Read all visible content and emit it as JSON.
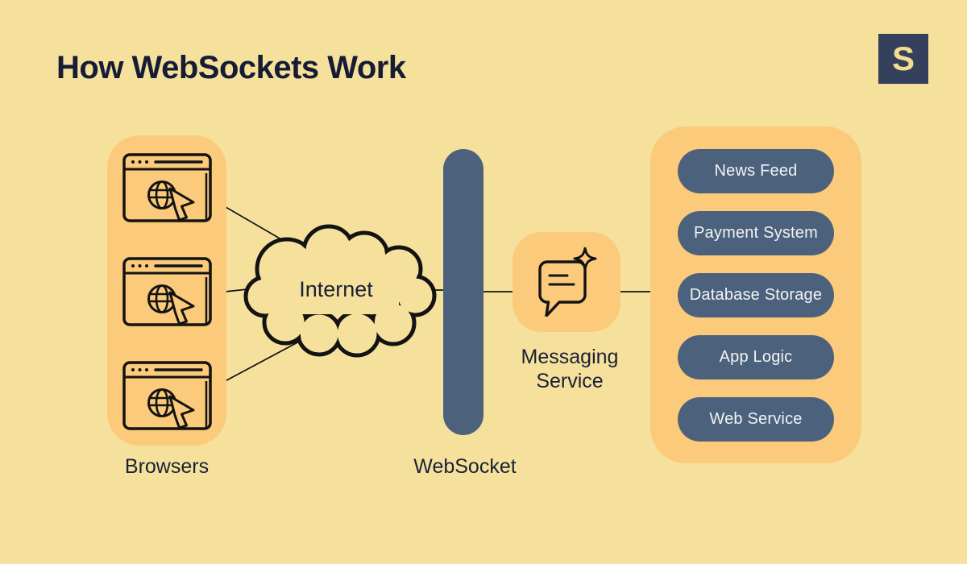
{
  "title": "How WebSockets Work",
  "logo": {
    "letter": "S"
  },
  "labels": {
    "browsers": "Browsers",
    "internet": "Internet",
    "websocket": "WebSocket",
    "messaging_service": "Messaging Service"
  },
  "panels": {
    "browsers": {
      "icon": "browser-window-icon",
      "count": 3
    },
    "services": {
      "items": [
        "News Feed",
        "Payment System",
        "Database Storage",
        "App Logic",
        "Web Service"
      ]
    }
  },
  "icons": {
    "messaging": "chat-bubble-sparkle-icon",
    "cloud": "internet-cloud-shape",
    "browser": "browser-window-globe-cursor-icon"
  },
  "colors": {
    "background": "#F6E19C",
    "panel_orange": "#FBCA7A",
    "slate_blue": "#4C617C",
    "logo_navy": "#35415C",
    "dark_text": "#171C35",
    "pill_text": "#F2F4F5",
    "line_black": "#131313"
  }
}
